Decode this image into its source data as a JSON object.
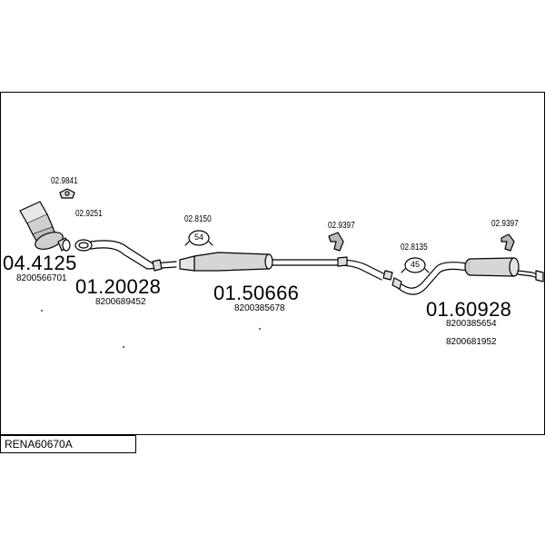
{
  "title": "RENA60670A",
  "parts": [
    {
      "code": "04.4125",
      "refs": [
        "8200566701"
      ]
    },
    {
      "code": "01.20028",
      "refs": [
        "8200689452"
      ]
    },
    {
      "code": "01.50666",
      "refs": [
        "8200385678"
      ]
    },
    {
      "code": "01.60928",
      "refs": [
        "8200385654",
        "8200681952"
      ]
    }
  ],
  "accessories": [
    {
      "code": "02.9841"
    },
    {
      "code": "02.9251"
    },
    {
      "code": "02.8150",
      "badge": "54"
    },
    {
      "code": "02.9397"
    },
    {
      "code": "02.8135",
      "badge": "45"
    },
    {
      "code": "02.9397"
    }
  ]
}
